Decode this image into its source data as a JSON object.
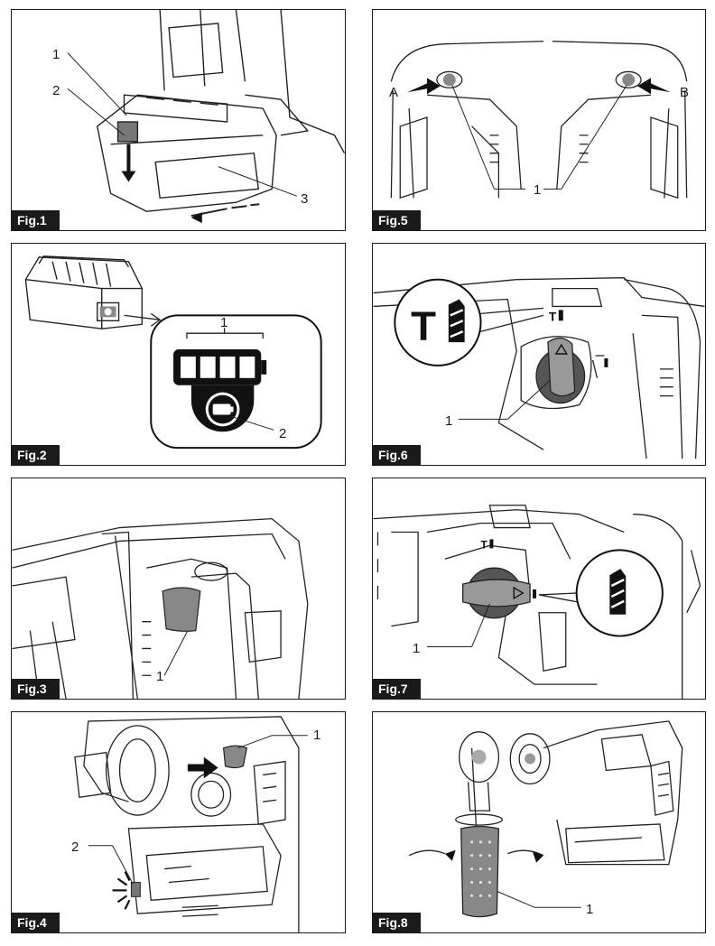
{
  "figures": [
    {
      "label": "Fig.1",
      "callouts": [
        "1",
        "2",
        "3"
      ]
    },
    {
      "label": "Fig.2",
      "callouts": [
        "1",
        "2"
      ]
    },
    {
      "label": "Fig.3",
      "callouts": [
        "1"
      ]
    },
    {
      "label": "Fig.4",
      "callouts": [
        "1",
        "2"
      ]
    },
    {
      "label": "Fig.5",
      "callouts": [
        "A",
        "B",
        "1"
      ]
    },
    {
      "label": "Fig.6",
      "callouts": [
        "1"
      ]
    },
    {
      "label": "Fig.7",
      "callouts": [
        "1"
      ]
    },
    {
      "label": "Fig.8",
      "callouts": [
        "1"
      ]
    }
  ]
}
